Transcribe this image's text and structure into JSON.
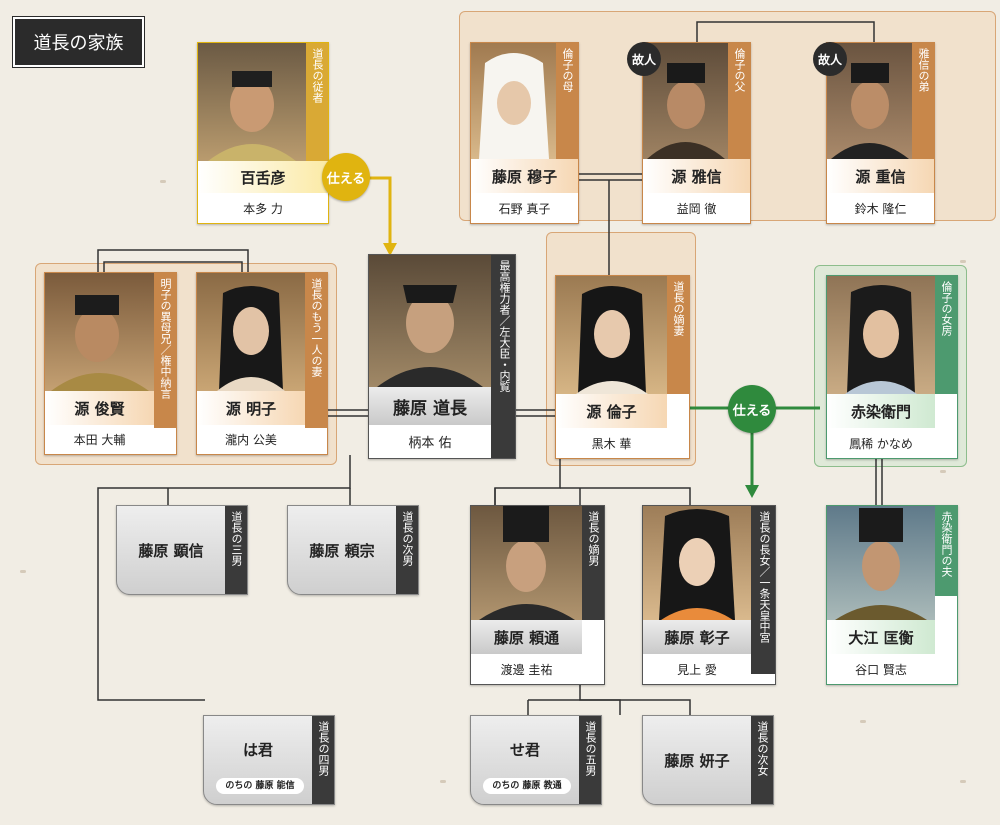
{
  "title": "道長の家族",
  "connectors": {
    "serve_yellow": {
      "label": "仕える",
      "color": "#e0b410"
    },
    "serve_green": {
      "label": "仕える",
      "color": "#2f8a3d"
    }
  },
  "people": {
    "hyakushi": {
      "name": "百舌彦",
      "actor": "本多 力",
      "tag": "道長の従者"
    },
    "michinaga": {
      "name": "藤原 道長",
      "actor": "柄本 佑",
      "tag": "最高権力者／左大臣・内覧"
    },
    "toshikata": {
      "name": "源 俊賢",
      "actor": "本田 大輔",
      "tag": "明子の異母兄／権中納言"
    },
    "akiko": {
      "name": "源 明子",
      "actor": "瀧内 公美",
      "tag": "道長のもう一人の妻"
    },
    "bokushi": {
      "name": "藤原 穆子",
      "actor": "石野 真子",
      "tag": "倫子の母"
    },
    "masanobu": {
      "name": "源 雅信",
      "actor": "益岡 徹",
      "tag": "倫子の父",
      "badge": "故人"
    },
    "shigenobu": {
      "name": "源 重信",
      "actor": "鈴木 隆仁",
      "tag": "雅信の弟",
      "badge": "故人"
    },
    "rinshi": {
      "name": "源 倫子",
      "actor": "黒木 華",
      "tag": "道長の嫡妻"
    },
    "akazome": {
      "name": "赤染衛門",
      "actor": "鳳稀 かなめ",
      "tag": "倫子の女房"
    },
    "akinobu": {
      "name": "藤原 顕信",
      "tag": "道長の三男"
    },
    "yorimune": {
      "name": "藤原 頼宗",
      "tag": "道長の次男"
    },
    "yorimichi": {
      "name": "藤原 頼通",
      "actor": "渡邊 圭祐",
      "tag": "道長の嫡男"
    },
    "shoshi": {
      "name": "藤原 彰子",
      "actor": "見上 愛",
      "tag": "道長の長女／一条天皇中宮"
    },
    "masahira": {
      "name": "大江 匡衡",
      "actor": "谷口 賢志",
      "tag": "赤染衛門の夫"
    },
    "hagimi": {
      "name": "は君",
      "sub": "のちの 藤原 能信",
      "tag": "道長の四男"
    },
    "segimi": {
      "name": "せ君",
      "sub": "のちの 藤原 教通",
      "tag": "道長の五男"
    },
    "kenshi": {
      "name": "藤原 妍子",
      "tag": "道長の次女"
    }
  }
}
